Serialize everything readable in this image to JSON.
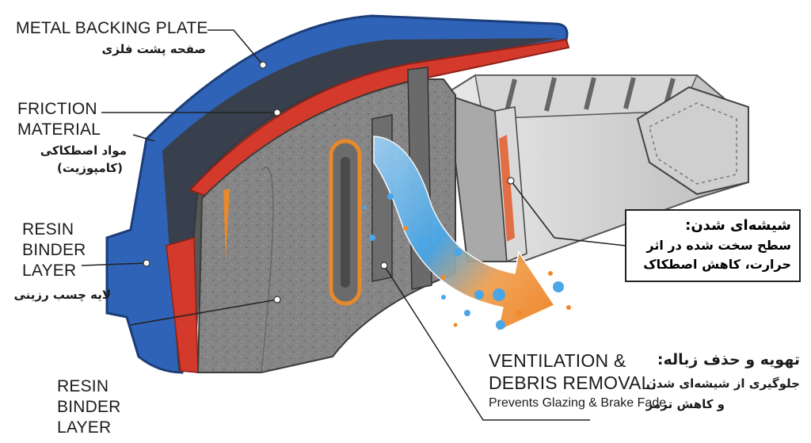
{
  "labels": {
    "metal_backing_en": "METAL BACKING PLATE",
    "metal_backing_fa": "صفحه پشت فلزی",
    "friction_en_1": "FRICTION",
    "friction_en_2": "MATERIAL",
    "friction_fa_1": "مواد اصطکاکی",
    "friction_fa_2": "(کامپوزیت)",
    "resin_en_1": "RESIN",
    "resin_en_2": "BINDER",
    "resin_en_3": "LAYER",
    "resin_fa": "لایه چسب رزینی",
    "resin2_en_1": "RESIN",
    "resin2_en_2": "BINDER",
    "resin2_en_3": "LAYER"
  },
  "glazing": {
    "title": "شیشه‌ای شدن:",
    "line1": "سطح سخت شده در اثر",
    "line2": "حرارت، کاهش اصطکاک"
  },
  "ventilation": {
    "en_1": "VENTILATION &",
    "en_2": "DEBRIS REMOVAL:",
    "en_sub": "Prevents Glazing & Brake Fade",
    "fa_title": "تهویه و حذف زباله:",
    "fa_1": "جلوگیری از شیشه‌ای شدن",
    "fa_2": "و کاهش ترمز"
  },
  "colors": {
    "backing_blue": "#2f63b8",
    "friction_red": "#d33a2c",
    "composite_gray": "#8a8a8a",
    "slot_orange": "#e8892b",
    "arrow_blue": "#4aa6e6",
    "arrow_orange": "#f08a2a"
  }
}
